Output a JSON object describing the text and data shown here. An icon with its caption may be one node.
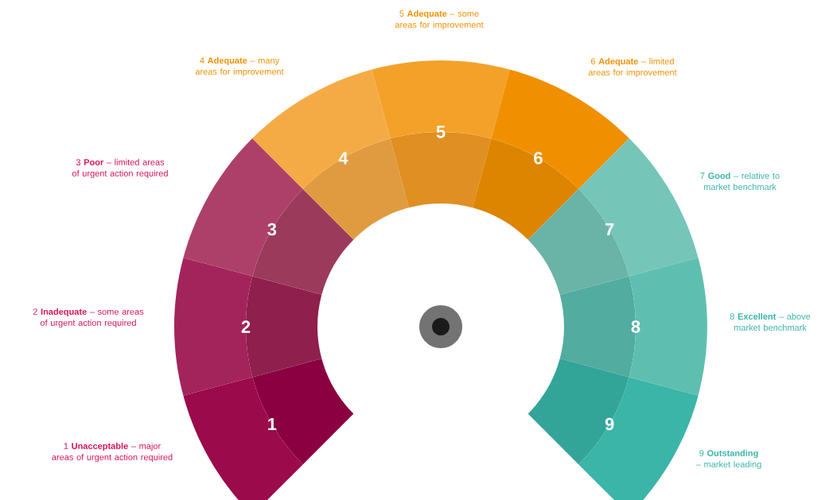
{
  "diagram": {
    "nodes": [
      {
        "text": [
          "1"
        ],
        "beside": [
          "1 **Unacceptable** – major areas of urgent action required"
        ]
      },
      {
        "text": [
          "2"
        ],
        "beside": [
          "2 **Inadequate** – some areas of urgent action required"
        ]
      },
      {
        "text": [
          "3"
        ],
        "beside": [
          "3 **Poor** – limited areas of urgent action required"
        ]
      },
      {
        "text": [
          "4"
        ],
        "beside": [
          "4 **Adequate** – many areas for improvement"
        ]
      },
      {
        "text": [
          "5"
        ],
        "beside": [
          "5 **Adequate** – some areas for improvement"
        ]
      },
      {
        "text": [
          "6"
        ],
        "beside": [
          "6 **Adequate** – limited areas for improvement"
        ]
      },
      {
        "text": [
          "7"
        ],
        "beside": [
          "7 **Good** – relative to market benchmark"
        ]
      },
      {
        "text": [
          "8"
        ],
        "beside": [
          "8 **Excellent** – above market benchmark"
        ]
      },
      {
        "text": [
          "9"
        ],
        "beside": [
          "9 **Outstanding** – market leading"
        ]
      }
    ]
  }
}
